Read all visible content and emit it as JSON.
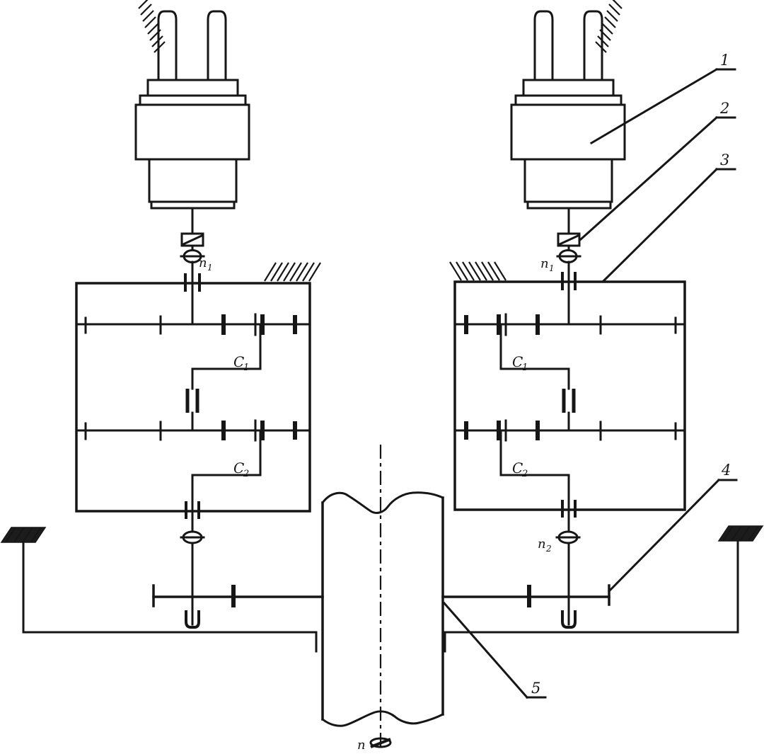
{
  "palette": {
    "background": "#ffffff",
    "ink": "#161616"
  },
  "callouts": {
    "c1": {
      "label": "1"
    },
    "c2": {
      "label": "2"
    },
    "c3": {
      "label": "3"
    },
    "c4": {
      "label": "4"
    },
    "c5": {
      "label": "5"
    }
  },
  "clutches": {
    "left_upper": {
      "base": "C",
      "sub": "1"
    },
    "left_lower": {
      "base": "C",
      "sub": "2"
    },
    "right_upper": {
      "base": "C",
      "sub": "1"
    },
    "right_lower": {
      "base": "C",
      "sub": "2"
    }
  },
  "speeds": {
    "left_input": {
      "base": "n",
      "sub": "1"
    },
    "right_input": {
      "base": "n",
      "sub": "1"
    },
    "right_output": {
      "base": "n",
      "sub": "2"
    },
    "bottom": {
      "base": "n",
      "sub": ""
    }
  }
}
